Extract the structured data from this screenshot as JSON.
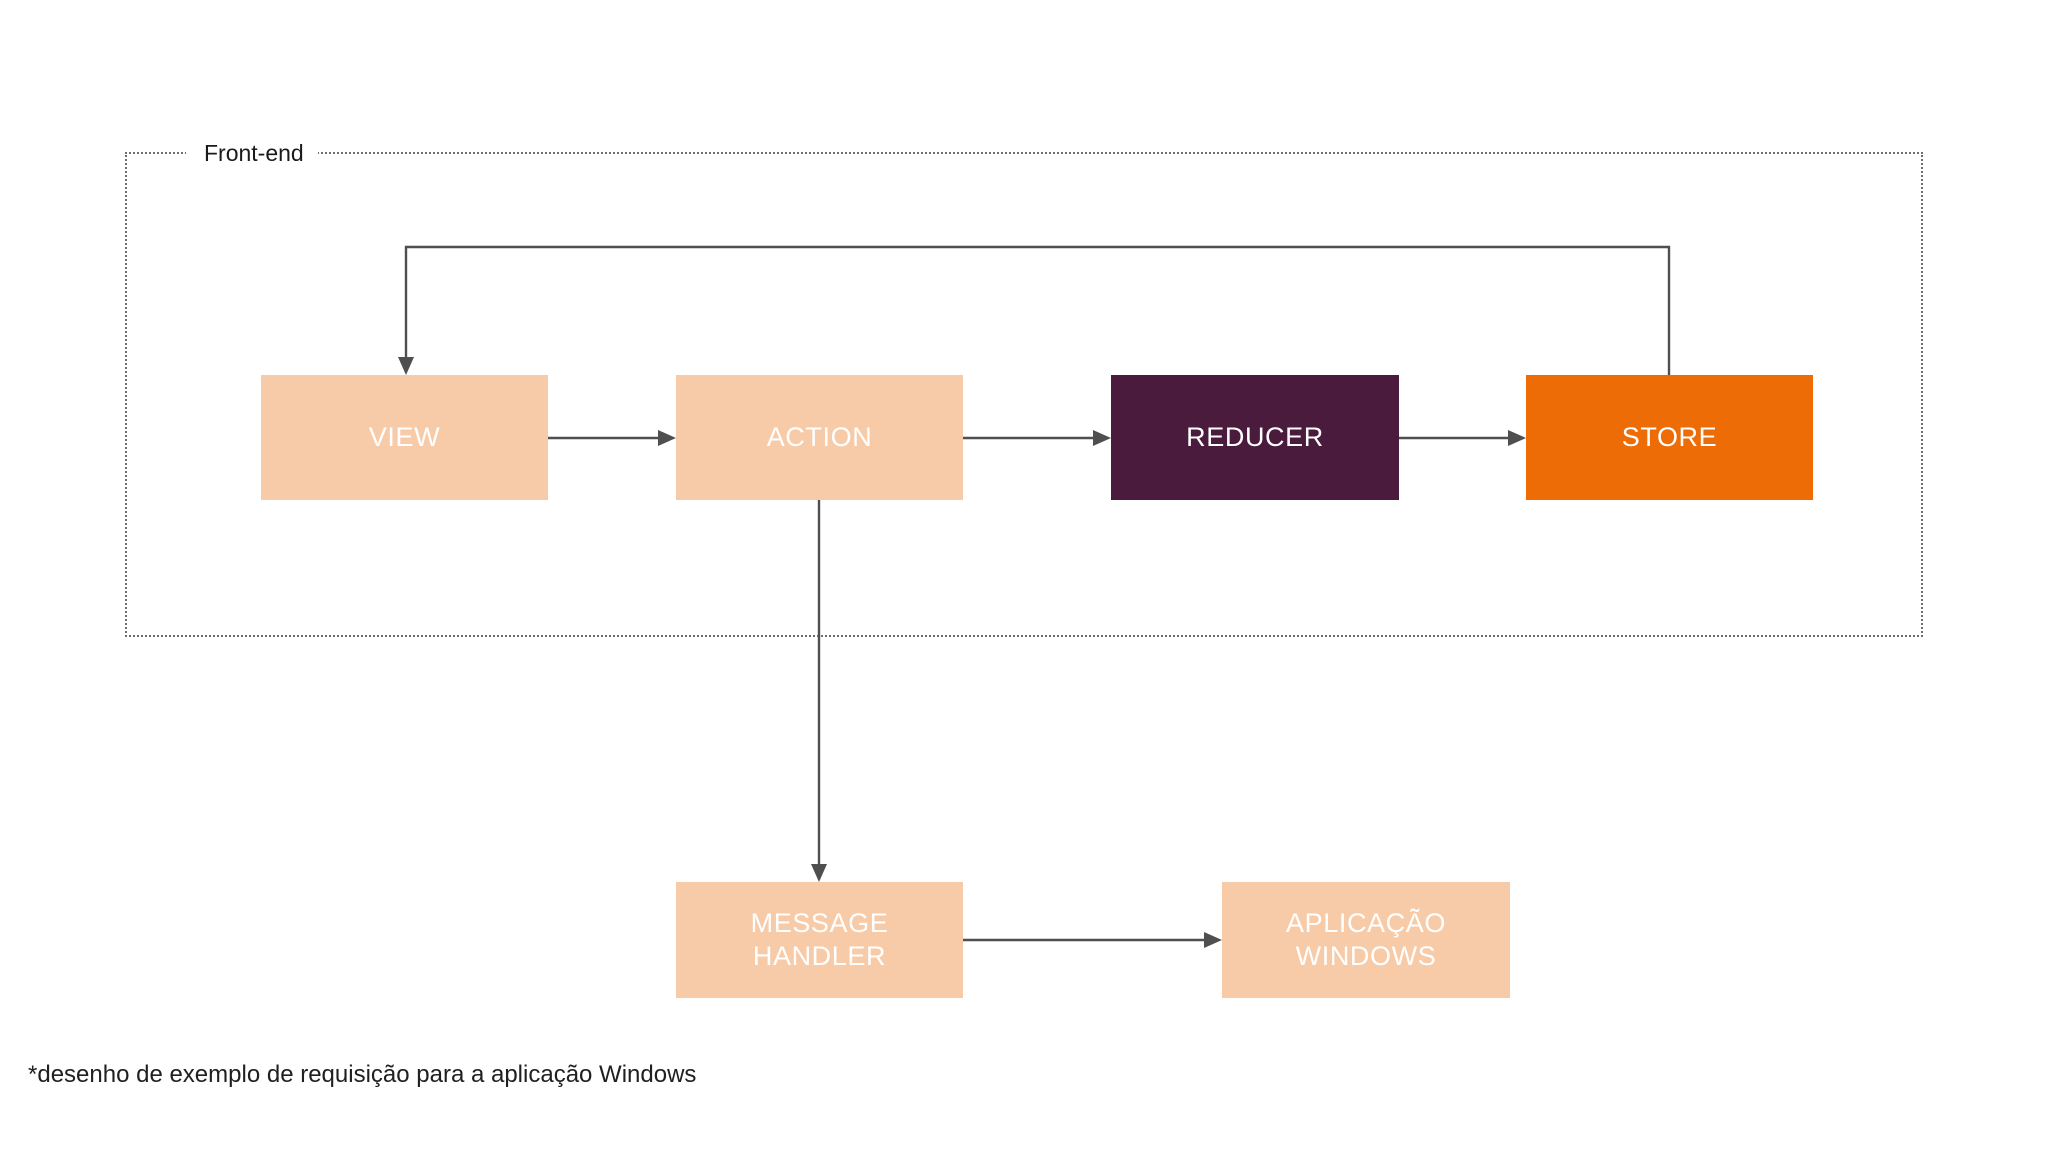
{
  "diagram": {
    "group": {
      "label": "Front-end"
    },
    "nodes": {
      "view": {
        "label": "VIEW",
        "color": "#f7cba8"
      },
      "action": {
        "label": "ACTION",
        "color": "#f7cba8"
      },
      "reducer": {
        "label": "REDUCER",
        "color": "#4a1b3d"
      },
      "store": {
        "label": "STORE",
        "color": "#ed6c05"
      },
      "message_handler": {
        "label": "MESSAGE\nHANDLER",
        "color": "#f7cba8"
      },
      "windows_app": {
        "label": "APLICAÇÃO\nWINDOWS",
        "color": "#f7cba8"
      }
    },
    "edges": [
      {
        "name": "view-to-action",
        "from": "VIEW",
        "to": "ACTION"
      },
      {
        "name": "action-to-reducer",
        "from": "ACTION",
        "to": "REDUCER"
      },
      {
        "name": "reducer-to-store",
        "from": "REDUCER",
        "to": "STORE"
      },
      {
        "name": "store-to-view",
        "from": "STORE",
        "to": "VIEW"
      },
      {
        "name": "action-to-message-handler",
        "from": "ACTION",
        "to": "MESSAGE HANDLER"
      },
      {
        "name": "message-handler-to-windows-app",
        "from": "MESSAGE HANDLER",
        "to": "APLICAÇÃO WINDOWS"
      }
    ],
    "edge_color": "#4f4f4f",
    "caption": "*desenho de exemplo de requisição para a aplicação Windows",
    "background": "#ffffff"
  }
}
